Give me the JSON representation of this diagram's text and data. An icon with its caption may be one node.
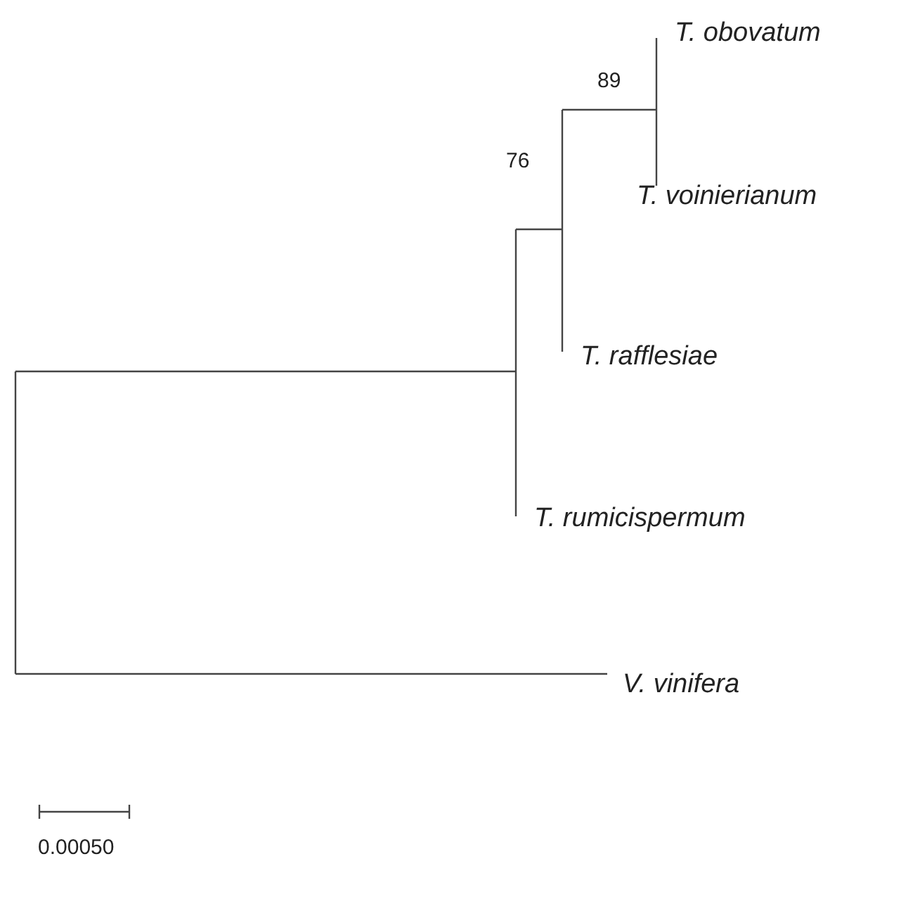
{
  "diagram": {
    "labels": [
      "T. obovatum",
      "89",
      "T. voinierianum",
      "76",
      "T. rafflesiae",
      "T. rumicispermum",
      "V. vinifera",
      "0.00050"
    ]
  }
}
